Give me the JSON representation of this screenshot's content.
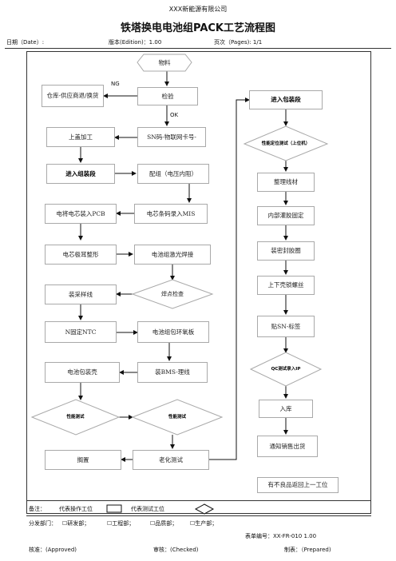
{
  "header": {
    "company": "XXX新能源有限公司",
    "title": "铁塔换电电池组PACK工艺流程图",
    "date": "日期（Date）:",
    "edition": "版本(Edition)：1.00",
    "pages": "页次（Pages): 1/1"
  },
  "flow": {
    "material": "物料",
    "inspect": "检验",
    "ng": "NG",
    "ok": "OK",
    "warehouse": "仓库-供应商退/换货",
    "sn_card": "SN码-物联网卡号-",
    "cover_process": "上盖加工",
    "enter_group": "进入组装段",
    "grouping": "配组（电压内阻）",
    "cell_to_pcb": "电将电芯装入PCB",
    "cell_barcode": "电芯条码录入MIS",
    "tab_shaping": "电芯极耳整形",
    "laser_weld": "电池组激光焊接",
    "sampling_wire": "装采样线",
    "weld_check": "焊点检查",
    "ntc": "N固定NTC",
    "epoxy": "电池组包环氧板",
    "pack_case": "电池包装壳",
    "bms": "装BMS-理线",
    "perf_test_1": "性能测试",
    "perf_test_2": "性能测试",
    "shelve": "搁置",
    "aging": "老化测试",
    "enter_pack": "进入包装段",
    "perf_pos_test": "性能定位测试（上位机）",
    "arrange": "整理线材",
    "glue": "内部灌胶固定",
    "seal_ring": "装密封胶圈",
    "lock_screw": "上下壳锁螺丝",
    "label": "贴SN-标签",
    "qc_entry": "QC测试录入IP",
    "storage": "入库",
    "notify_sales": "通知销售出货",
    "defect_note": "有不良品返回上一工位"
  },
  "legend": {
    "remark": "备注：",
    "operation": "代表操作工位",
    "test": "代表测试工位"
  },
  "departments": {
    "label": "分发部门：",
    "rd": "☐研发部；",
    "eng": "☐工程部；",
    "qa": "☐品质部；",
    "prod": "☐生产部；"
  },
  "footer": {
    "form_no": "表单编号：XX-FR-010    1.00",
    "approved": "核准：(Approved)",
    "checked": "审核：(Checked)",
    "prepared": "制表：（Prepared)"
  }
}
